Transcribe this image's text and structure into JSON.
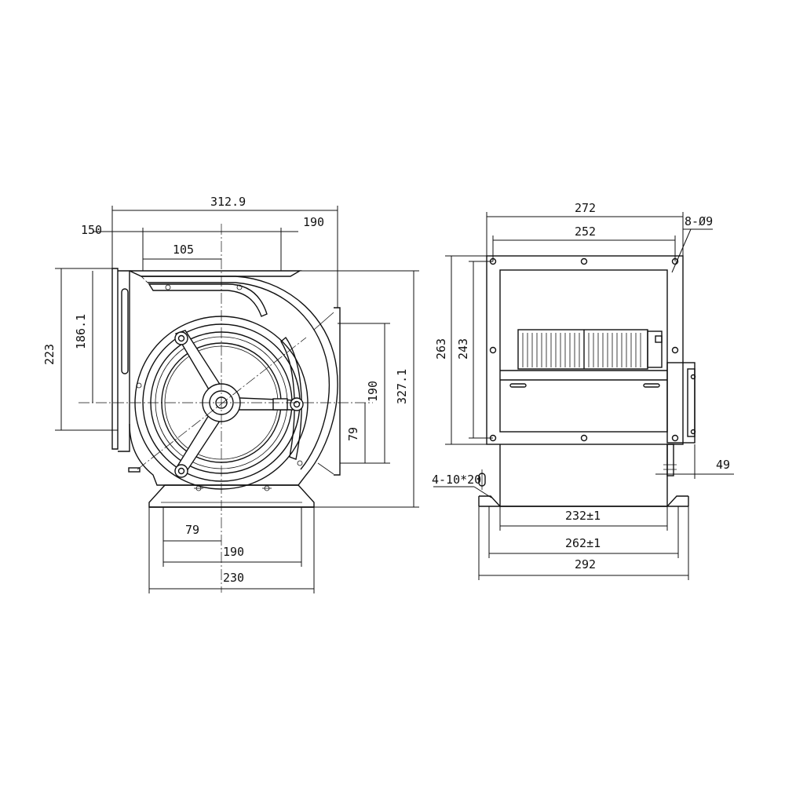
{
  "drawing": {
    "left_view": {
      "dims": {
        "overall_width": "312.9",
        "left_offset": "150",
        "right_offset": "190",
        "inner_offset": "105",
        "height_outer": "223",
        "height_inner": "186.1",
        "outlet_height": "190",
        "total_height": "327.1",
        "center_offset_v": "79",
        "base_offset": "79",
        "base_hole_span": "190",
        "base_width": "230"
      }
    },
    "right_view": {
      "dims": {
        "flange_width": "272",
        "hole_span_top": "252",
        "holes_spec": "8-Ø9",
        "flange_height": "263",
        "hole_span_side": "243",
        "slot_spec": "4-10*20",
        "motor_offset": "49",
        "base_slot_span": "232±1",
        "base_span": "262±1",
        "base_width": "292"
      }
    }
  }
}
